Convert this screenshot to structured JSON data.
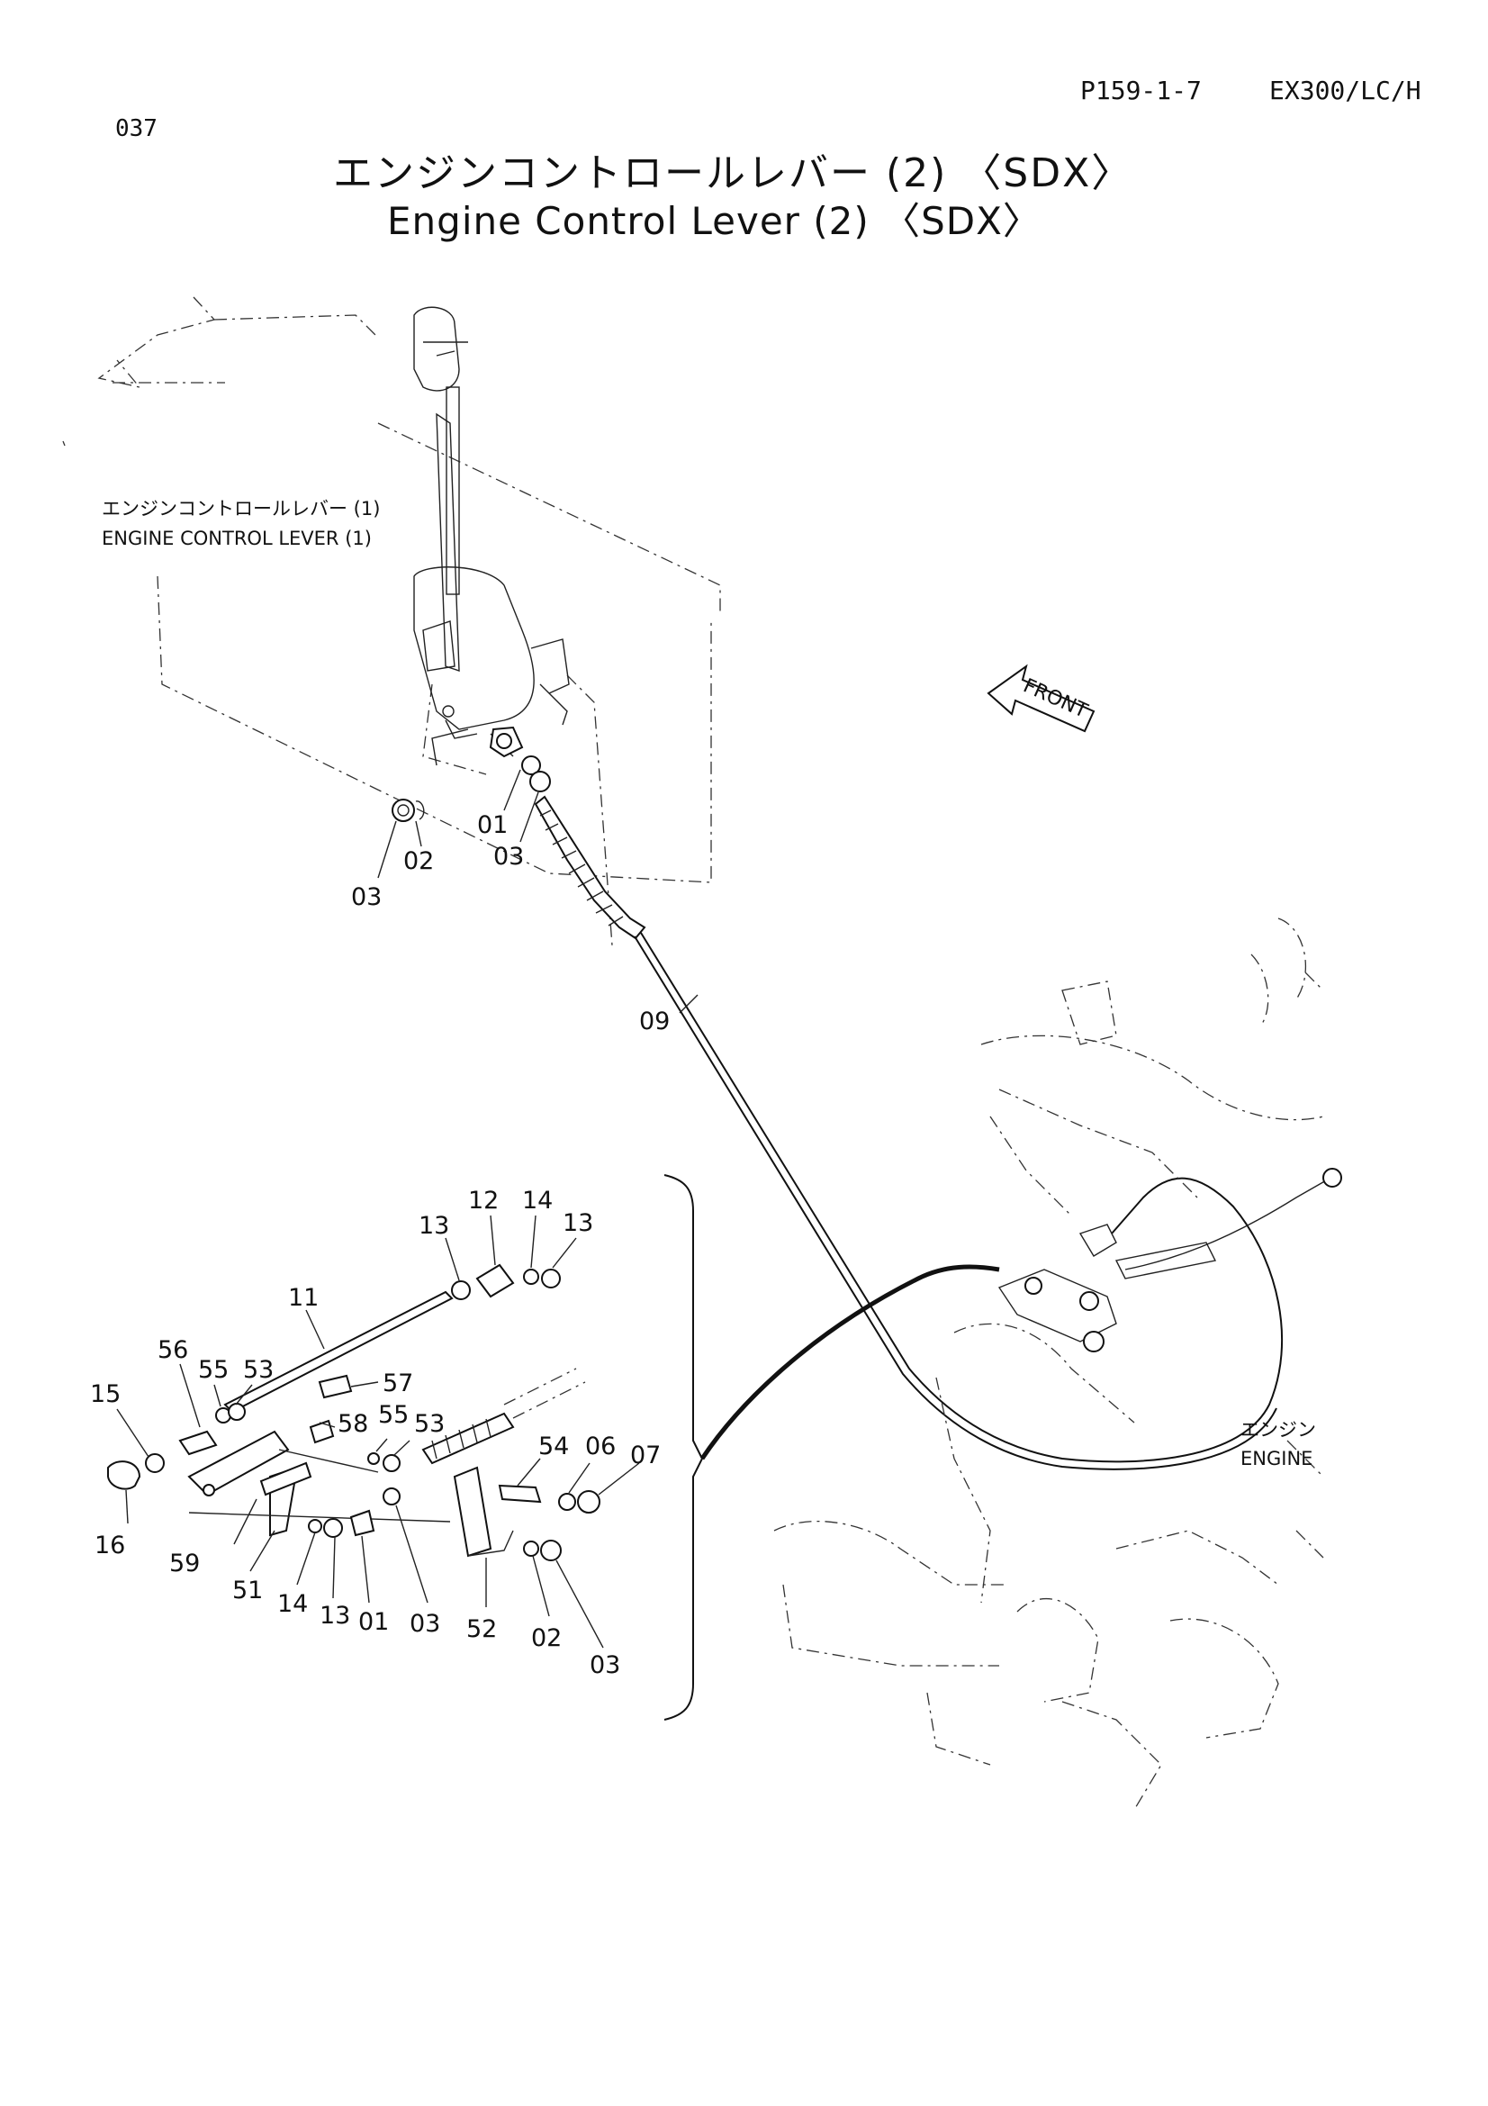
{
  "header": {
    "page_number": "037",
    "page_code": "P159-1-7",
    "model_code": "EX300/LC/H"
  },
  "title": {
    "jp": "エンジンコントロールレバー (2) 〈SDX〉",
    "en": "Engine Control Lever (2) 〈SDX〉"
  },
  "reference_labels": {
    "control_lever_jp": "エンジンコントロールレバー (1)",
    "control_lever_en": "ENGINE CONTROL LEVER (1)",
    "front": "FRONT",
    "engine_jp": "エンジン",
    "engine_en": "ENGINE"
  },
  "callouts": {
    "upper": {
      "p01": "01",
      "p02": "02",
      "p03a": "03",
      "p03b": "03",
      "p09": "09"
    },
    "detail": {
      "p12": "12",
      "p13a": "13",
      "p14a": "14",
      "p13b": "13",
      "p11": "11",
      "p56": "56",
      "p55a": "55",
      "p53a": "53",
      "p57": "57",
      "p58": "58",
      "p55b": "55",
      "p53b": "53",
      "p15": "15",
      "p54": "54",
      "p06": "06",
      "p07": "07",
      "p16": "16",
      "p59": "59",
      "p51": "51",
      "p14b": "14",
      "p13c": "13",
      "p01": "01",
      "p03a": "03",
      "p52": "52",
      "p02": "02",
      "p03b": "03"
    }
  }
}
